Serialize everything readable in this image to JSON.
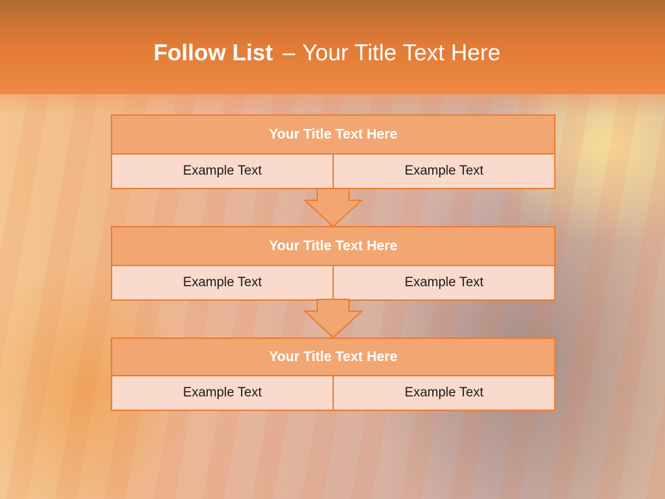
{
  "slide": {
    "title_bold": "Follow List",
    "title_dash": "–",
    "title_rest": "Your Title Text Here"
  },
  "blocks": [
    {
      "title": "Your Title Text Here",
      "left": "Example Text",
      "right": "Example Text"
    },
    {
      "title": "Your Title Text Here",
      "left": "Example Text",
      "right": "Example Text"
    },
    {
      "title": "Your Title Text Here",
      "left": "Example Text",
      "right": "Example Text"
    }
  ],
  "colors": {
    "header_band": "#ef8a44",
    "block_title_fill": "#f2a672",
    "block_border": "#eb7d34",
    "cell_fill": "#f9dacd",
    "arrow_fill": "#f2a672"
  }
}
